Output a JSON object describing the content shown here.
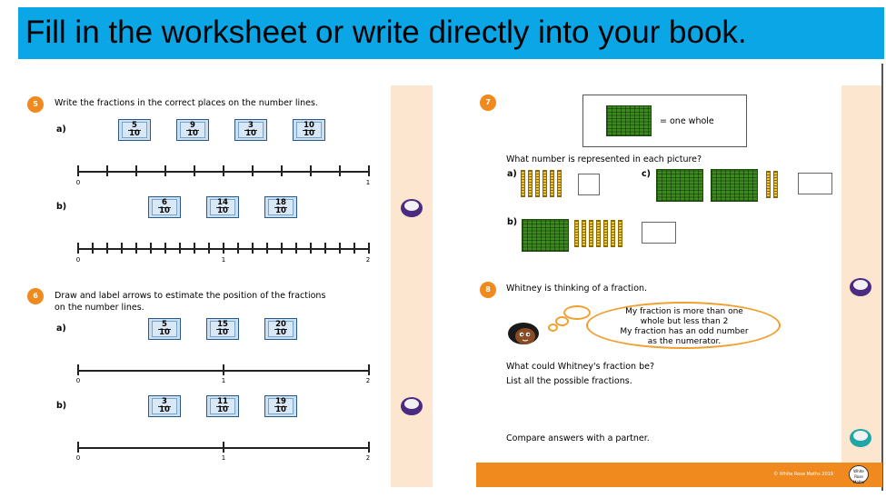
{
  "banner": {
    "text": "Fill in the worksheet or write directly into your book."
  },
  "left_page": {
    "q5": {
      "num": "5",
      "instruction": "Write the fractions in the correct places on the number lines.",
      "a": {
        "label": "a)",
        "fractions": [
          {
            "n": "5",
            "d": "10"
          },
          {
            "n": "9",
            "d": "10"
          },
          {
            "n": "3",
            "d": "10"
          },
          {
            "n": "10",
            "d": "10"
          }
        ],
        "ticks": [
          "0",
          "1"
        ]
      },
      "b": {
        "label": "b)",
        "fractions": [
          {
            "n": "6",
            "d": "10"
          },
          {
            "n": "14",
            "d": "10"
          },
          {
            "n": "18",
            "d": "10"
          }
        ],
        "ticks": [
          "0",
          "1",
          "2"
        ]
      }
    },
    "q6": {
      "num": "6",
      "instruction_line1": "Draw and label arrows to estimate the position of the fractions",
      "instruction_line2": "on the number lines.",
      "a": {
        "label": "a)",
        "fractions": [
          {
            "n": "5",
            "d": "10"
          },
          {
            "n": "15",
            "d": "10"
          },
          {
            "n": "20",
            "d": "10"
          }
        ],
        "ticks": [
          "0",
          "1",
          "2"
        ]
      },
      "b": {
        "label": "b)",
        "fractions": [
          {
            "n": "3",
            "d": "10"
          },
          {
            "n": "11",
            "d": "10"
          },
          {
            "n": "19",
            "d": "10"
          }
        ],
        "ticks": [
          "0",
          "1",
          "2"
        ]
      }
    }
  },
  "right_page": {
    "q7": {
      "num": "7",
      "key_text": "= one whole",
      "question": "What number is represented in each picture?",
      "labels": [
        "a)",
        "b)",
        "c)"
      ]
    },
    "q8": {
      "num": "8",
      "intro": "Whitney is thinking of a fraction.",
      "thought": [
        "My fraction is more than one",
        "whole but less than 2",
        "My fraction has an odd number",
        "as the numerator."
      ],
      "question": "What could Whitney's fraction be?",
      "instruction": "List all the possible fractions.",
      "compare": "Compare answers with a partner."
    },
    "footer": {
      "copyright": "© White Rose Maths 2019",
      "logo_text": "White Rose Maths"
    }
  },
  "colors": {
    "banner": "#0aa6e6",
    "accent": "#f08a1e",
    "fraction_box": "#c9dff2",
    "strip": "#fde6cf"
  },
  "icons": [
    "reasoning-cloud-icon",
    "problem-solving-cloud-icon",
    "white-rose-logo"
  ]
}
